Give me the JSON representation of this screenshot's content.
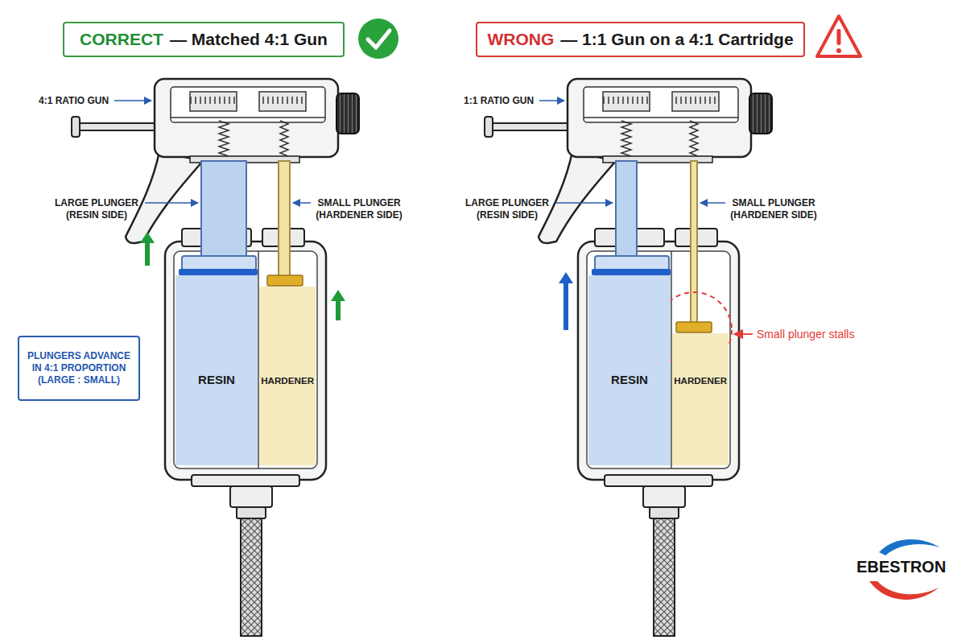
{
  "diagram": {
    "nodes": [
      {
        "text": [
          "CORRECT",
          "— Matched 4:1 Gun"
        ]
      },
      {
        "text": [
          "WRONG",
          "— 1:1 Gun on a 4:1 Cartridge"
        ]
      },
      {
        "text": [
          "RESIN"
        ]
      },
      {
        "text": [
          "HARDENER"
        ]
      },
      {
        "text": [
          "PLUNGERS ADVANCE IN 4:1 PROPORTION (LARGE : SMALL)"
        ]
      },
      {
        "text": [
          "RESIN"
        ]
      },
      {
        "text": [
          "HARDENER"
        ]
      }
    ],
    "labels": [
      "4:1 RATIO GUN",
      "LARGE PLUNGER (RESIN SIDE)",
      "SMALL PLUNGER (HARDENER SIDE)",
      "1:1 RATIO GUN",
      "LARGE PLUNGER (RESIN SIDE)",
      "SMALL PLUNGER (HARDENER SIDE)",
      "Small plunger stalls",
      "EBESTRON"
    ]
  }
}
